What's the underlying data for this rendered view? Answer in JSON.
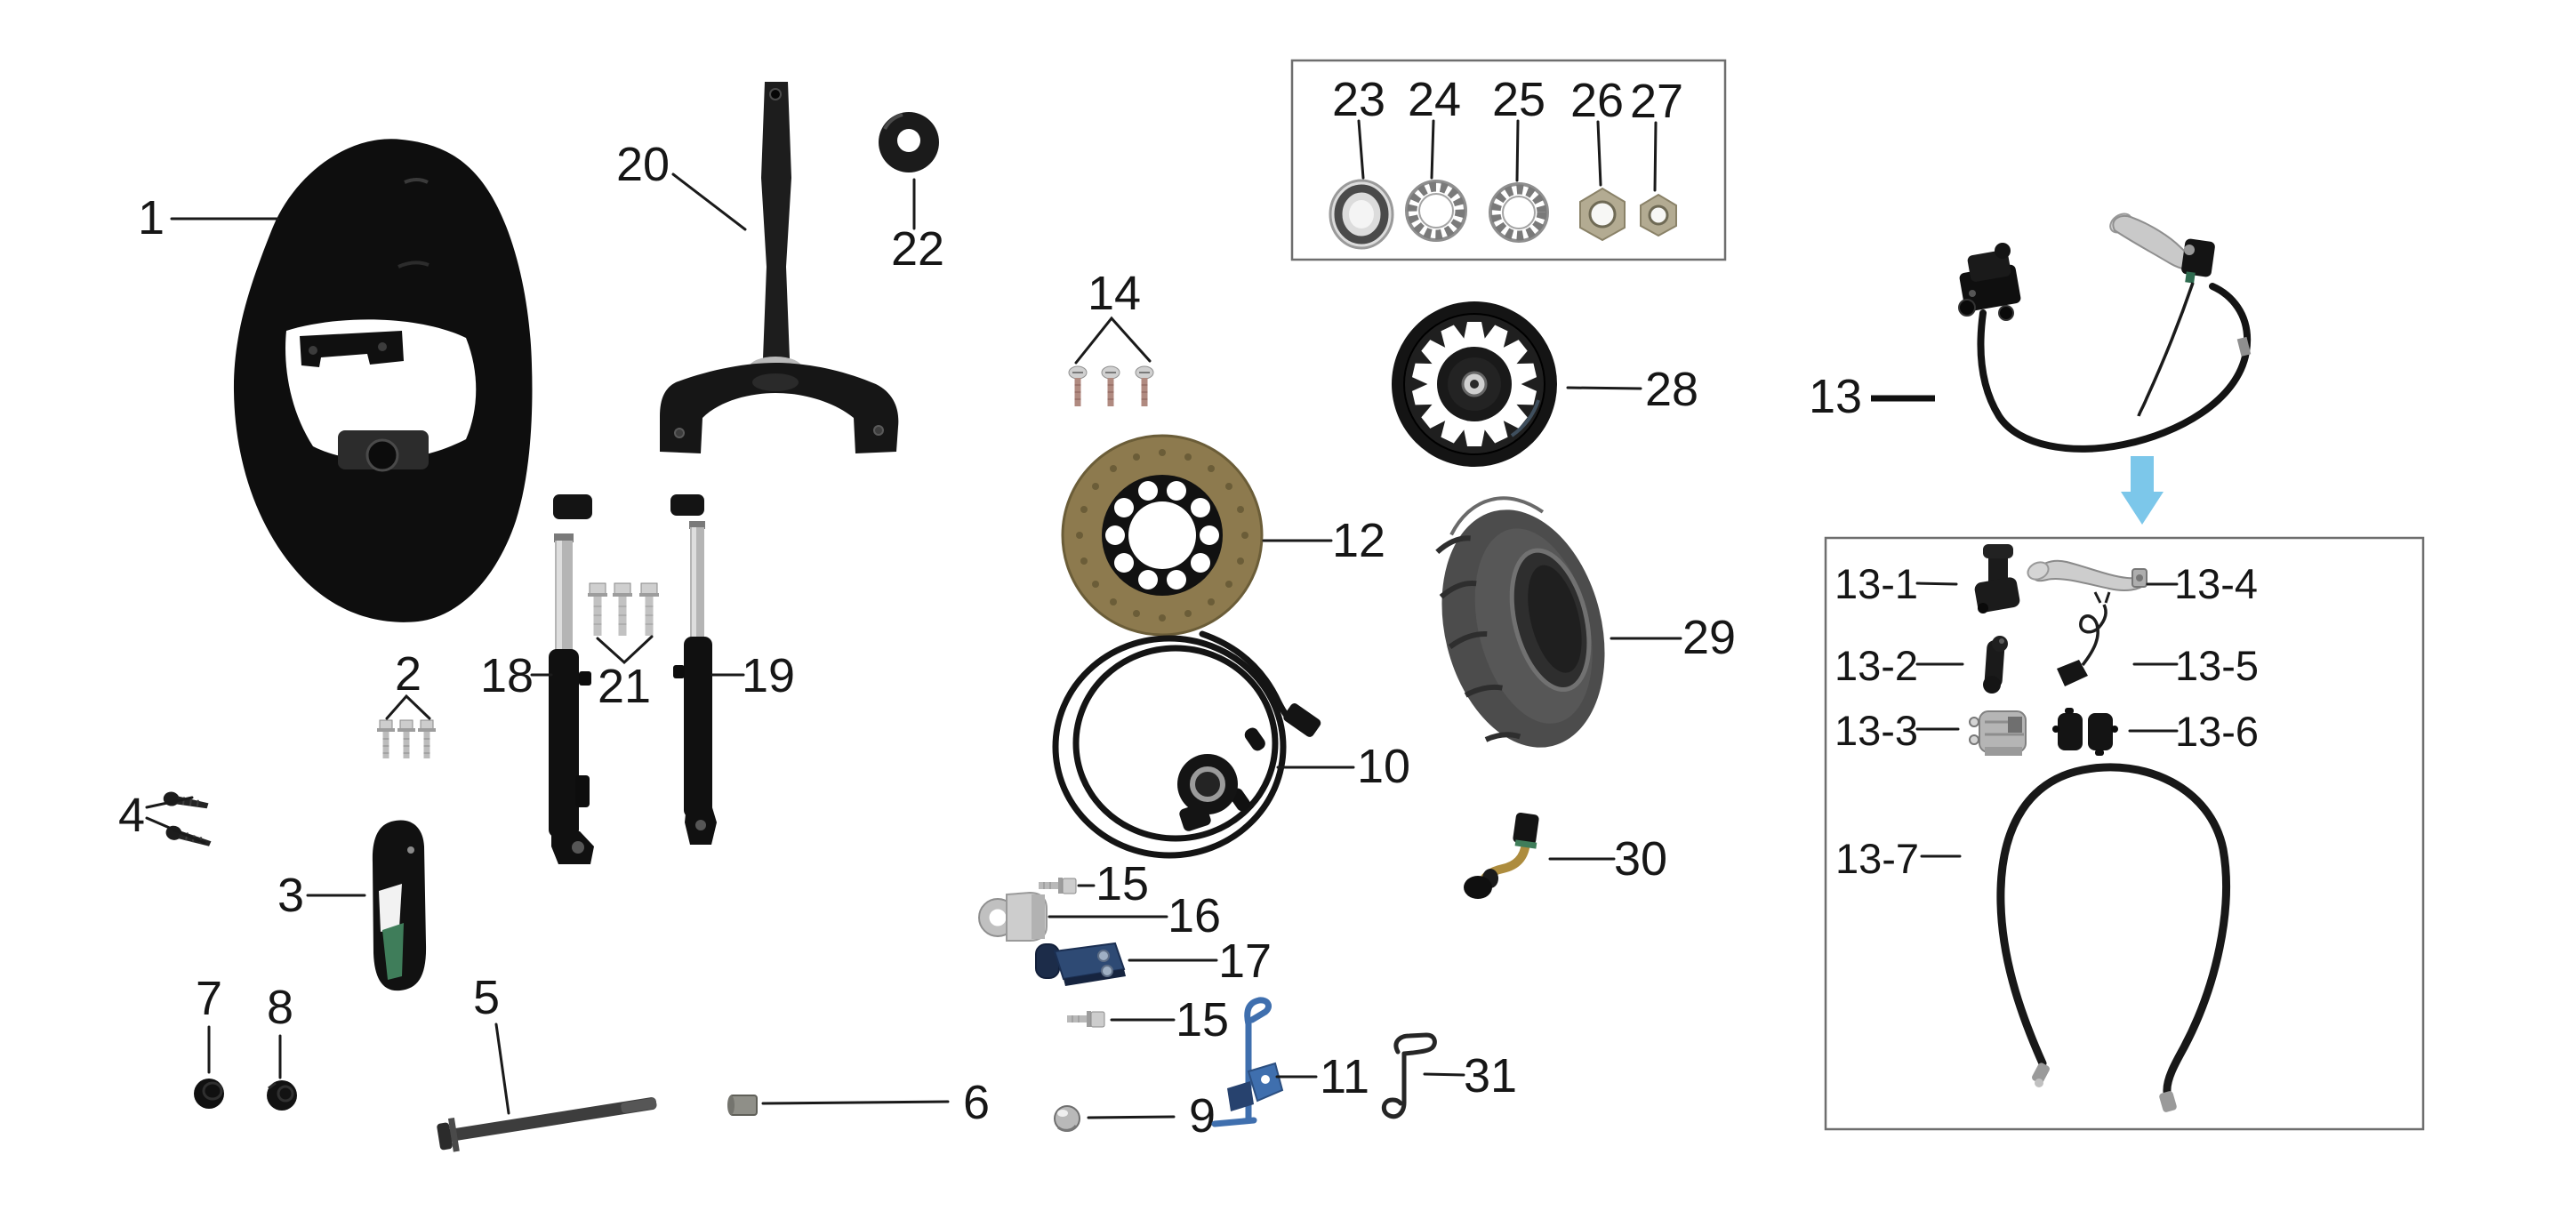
{
  "labels": {
    "p1": "1",
    "p2": "2",
    "p3": "3",
    "p4": "4",
    "p5": "5",
    "p6": "6",
    "p7": "7",
    "p8": "8",
    "p9": "9",
    "p10": "10",
    "p11": "11",
    "p12": "12",
    "p13": "13",
    "p14": "14",
    "p15a": "15",
    "p15b": "15",
    "p16": "16",
    "p17": "17",
    "p18": "18",
    "p19": "19",
    "p20": "20",
    "p21": "21",
    "p22": "22",
    "p23": "23",
    "p24": "24",
    "p25": "25",
    "p26": "26",
    "p27": "27",
    "p28": "28",
    "p29": "29",
    "p30": "30",
    "p31": "31",
    "p13_1": "13-1",
    "p13_2": "13-2",
    "p13_3": "13-3",
    "p13_4": "13-4",
    "p13_5": "13-5",
    "p13_6": "13-6",
    "p13_7": "13-7"
  },
  "colors": {
    "arrow_blue": "#7cc7ea",
    "disc_bronze": "#8d7a4e",
    "bracket_blue": "#3f6fae",
    "guide_navy": "#2e4a74",
    "stripe_green": "#3f7d5a",
    "valve_brass": "#ad8c3e",
    "nut_tan": "#b3ab92"
  }
}
